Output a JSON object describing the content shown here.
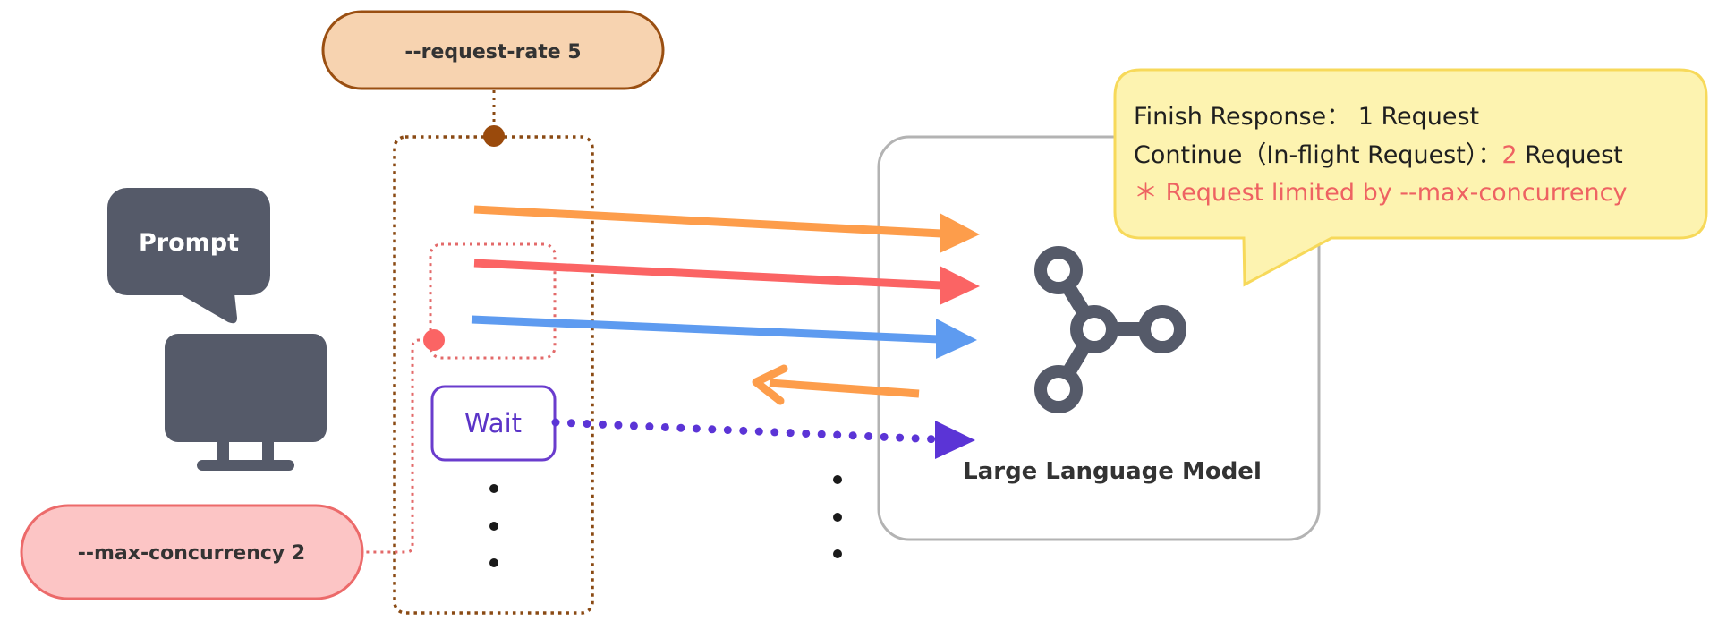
{
  "diagram": {
    "request_rate_label": "--request-rate 5",
    "max_concurrency_label": "--max-concurrency 2",
    "prompt_label": "Prompt",
    "wait_label": "Wait",
    "llm_label": "Large Language Model",
    "client_icon": "monitor-icon",
    "prompt_icon": "speech-bubble-icon",
    "llm_icon": "network-nodes-icon",
    "note": {
      "line1": "Finish Response： 1 Request",
      "line2_prefix": "Continue（In-flight Request）：",
      "line2_count": "2",
      "line2_suffix": " Request",
      "line3": "＊ Request limited by --max-concurrency"
    },
    "ellipsis_queue": "⋮",
    "ellipsis_llm": "⋮"
  },
  "colors": {
    "request_rate_fill": "#f7d3b0",
    "request_rate_stroke": "#9a4f12",
    "max_concurrency_fill": "#fcc5c5",
    "max_concurrency_stroke": "#ec6a6a",
    "icon_gray": "#555a69",
    "arrow_orange": "#fd9d4b",
    "arrow_red": "#fb6464",
    "arrow_blue": "#5e9bf0",
    "arrow_purple": "#5b34d6",
    "wait_border": "#6a3ccd",
    "note_fill": "#fdf3b0",
    "note_stroke": "#f7d95a",
    "llm_border": "#b3b3b3"
  }
}
